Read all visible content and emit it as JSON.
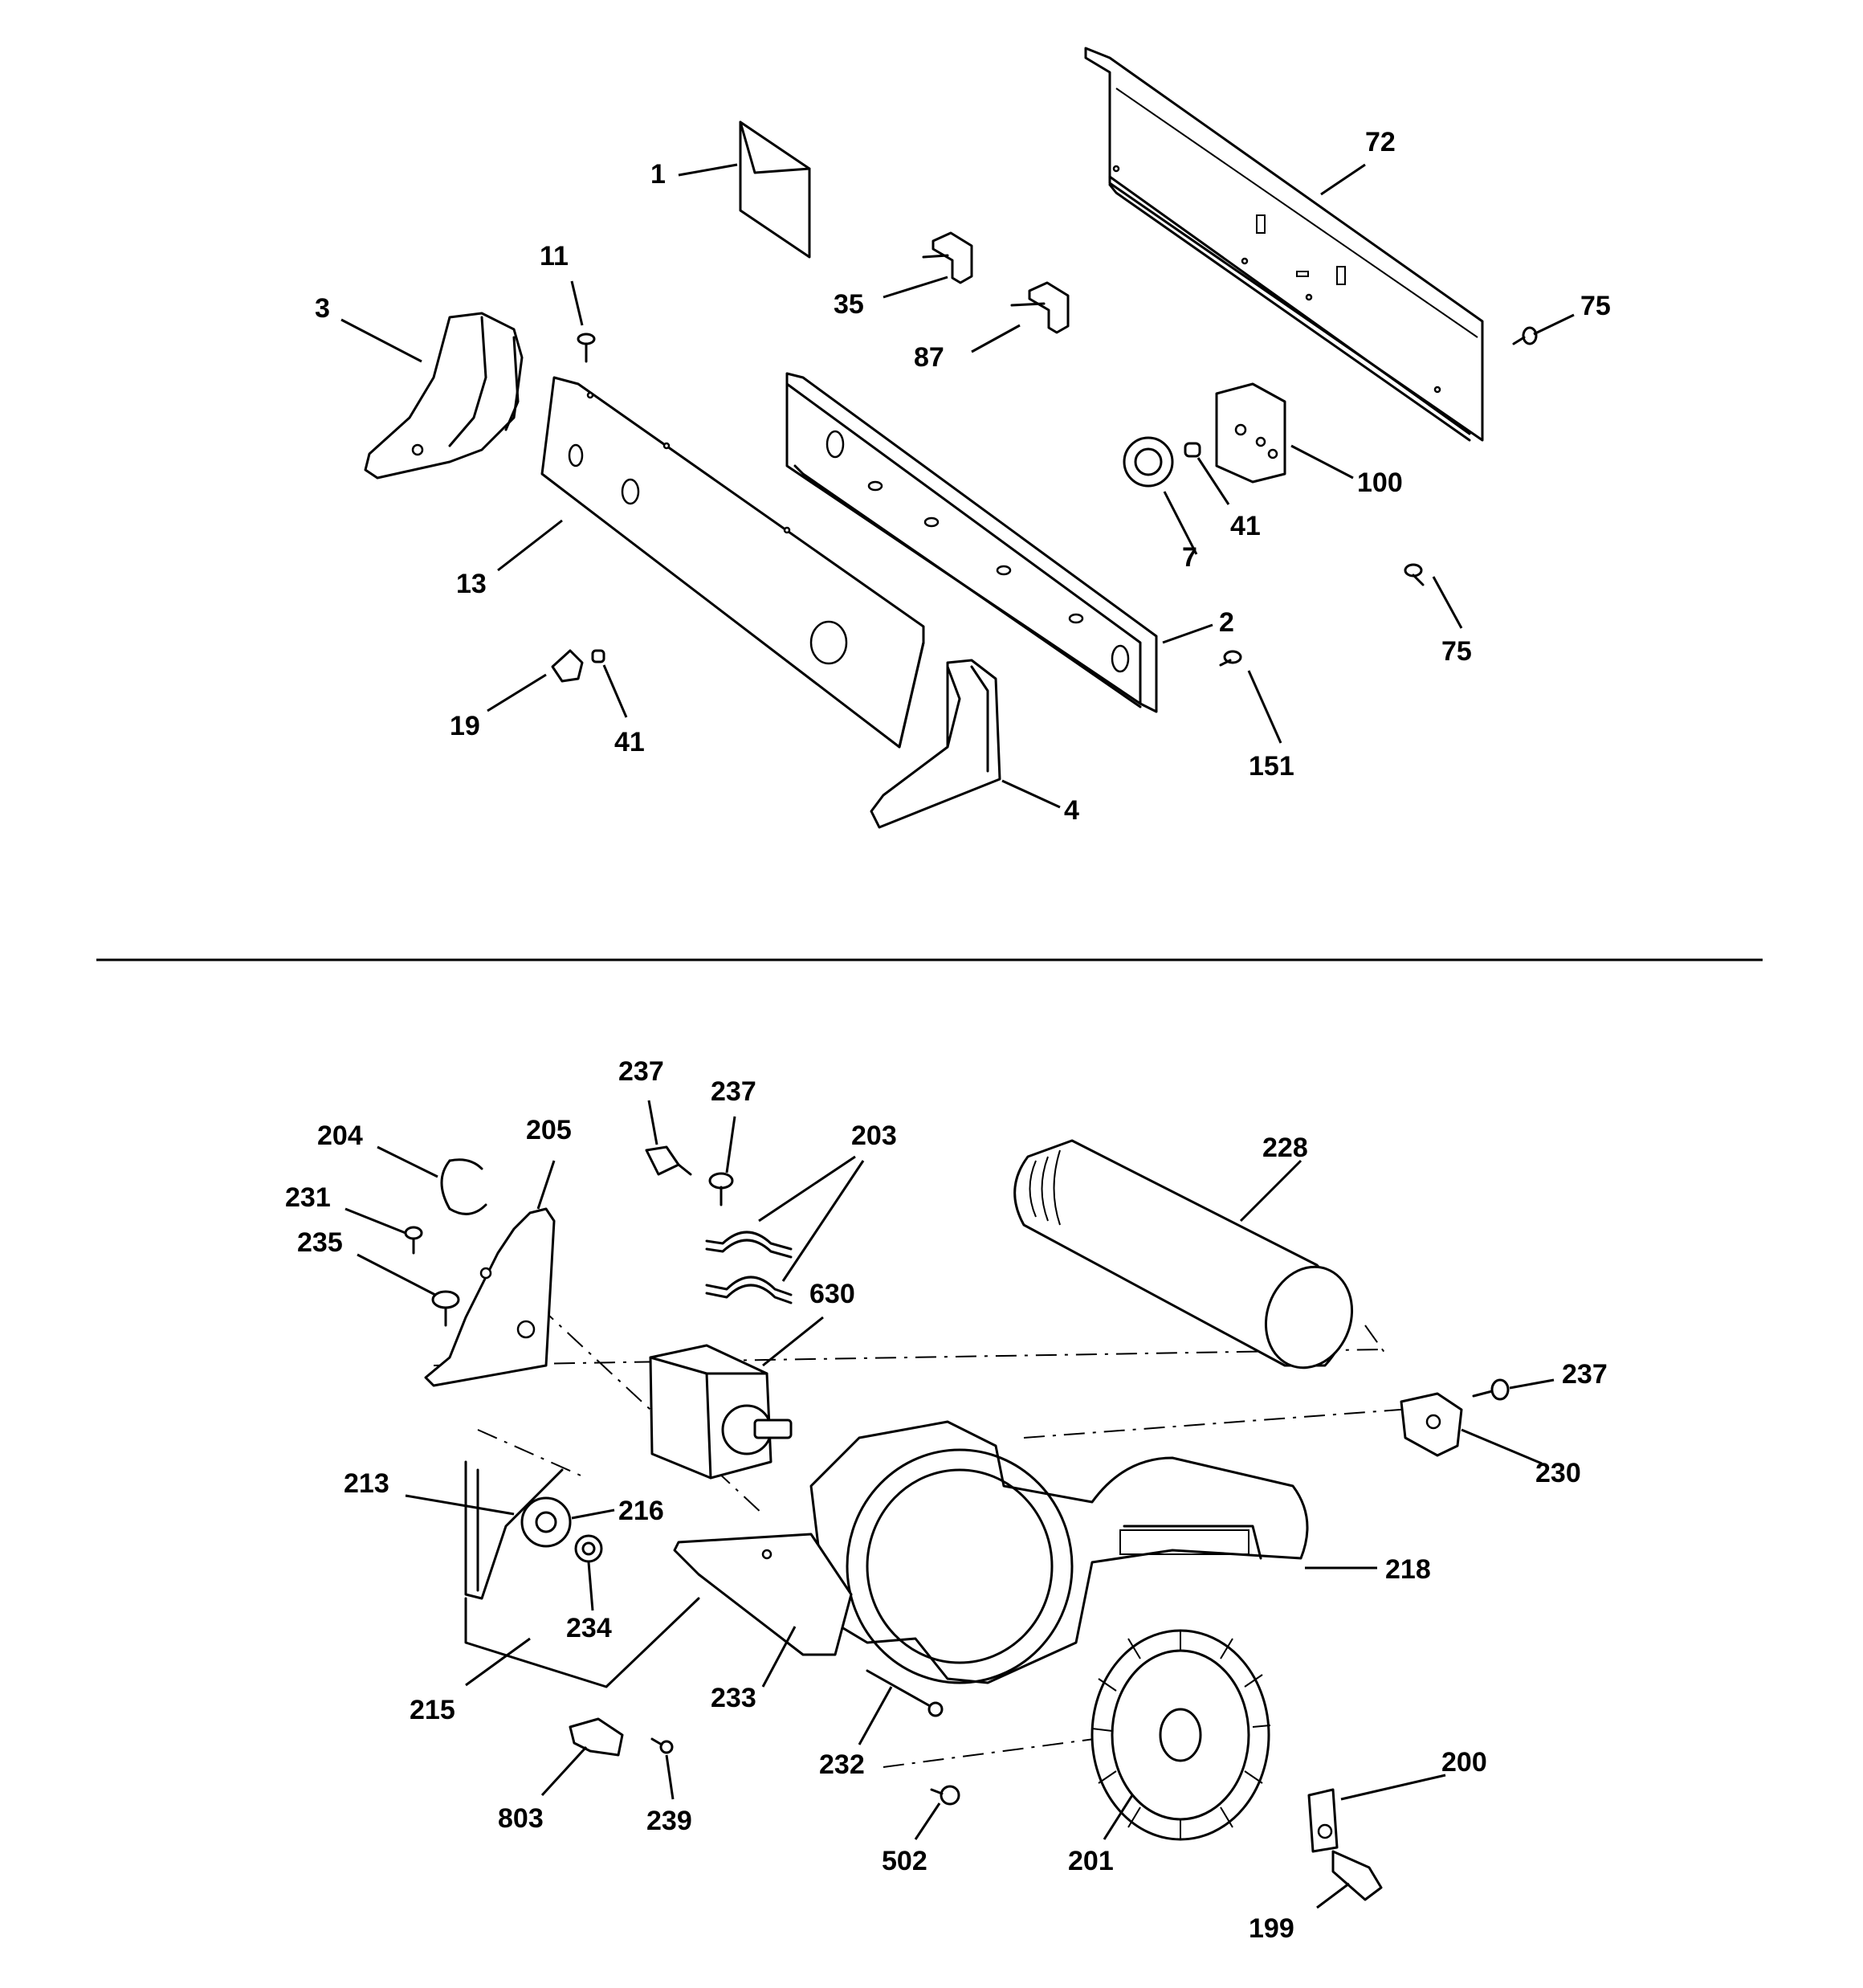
{
  "colors": {
    "ink": "#000000",
    "paper": "#ffffff"
  },
  "top_section": {
    "callouts": {
      "p1": "1",
      "p72": "72",
      "p11": "11",
      "p3": "3",
      "p35": "35",
      "p87": "87",
      "p75a": "75",
      "p100": "100",
      "p41a": "41",
      "p7": "7",
      "p13": "13",
      "p2": "2",
      "p75b": "75",
      "p19": "19",
      "p41b": "41",
      "p151": "151",
      "p4": "4"
    }
  },
  "bottom_section": {
    "callouts": {
      "p237a": "237",
      "p237b": "237",
      "p203": "203",
      "p228": "228",
      "p204": "204",
      "p205": "205",
      "p231": "231",
      "p235": "235",
      "p630": "630",
      "p237c": "237",
      "p230": "230",
      "p213": "213",
      "p216": "216",
      "p218": "218",
      "p234": "234",
      "p215": "215",
      "p233": "233",
      "p232": "232",
      "p200": "200",
      "p803": "803",
      "p239": "239",
      "p502": "502",
      "p201": "201",
      "p199": "199"
    }
  }
}
